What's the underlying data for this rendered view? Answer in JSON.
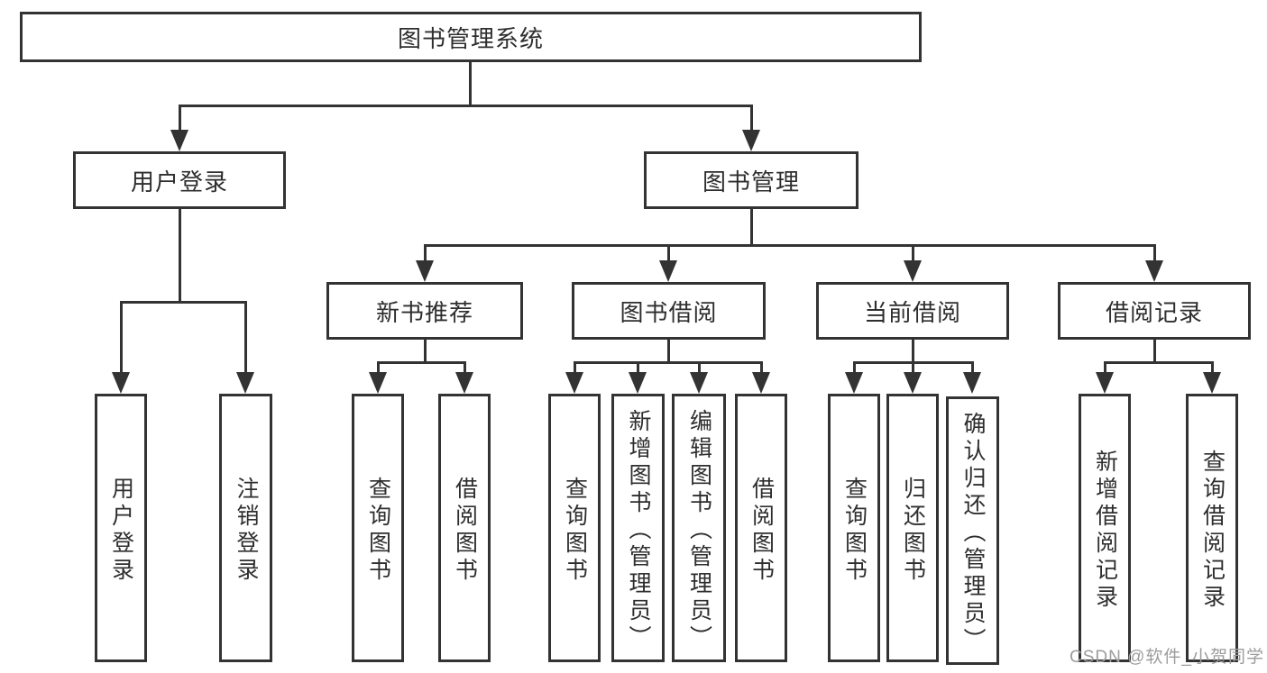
{
  "tree": {
    "label": "图书管理系统",
    "children": [
      {
        "label": "用户登录",
        "children": [
          {
            "label": "用户登录"
          },
          {
            "label": "注销登录"
          }
        ]
      },
      {
        "label": "图书管理",
        "children": [
          {
            "label": "新书推荐",
            "children": [
              {
                "label": "查询图书"
              },
              {
                "label": "借阅图书"
              }
            ]
          },
          {
            "label": "图书借阅",
            "children": [
              {
                "label": "查询图书"
              },
              {
                "label": "新增图书（管理员）"
              },
              {
                "label": "编辑图书（管理员）"
              },
              {
                "label": "借阅图书"
              }
            ]
          },
          {
            "label": "当前借阅",
            "children": [
              {
                "label": "查询图书"
              },
              {
                "label": "归还图书"
              },
              {
                "label": "确认归还（管理员）"
              }
            ]
          },
          {
            "label": "借阅记录",
            "children": [
              {
                "label": "新增借阅记录"
              },
              {
                "label": "查询借阅记录"
              }
            ]
          }
        ]
      }
    ]
  },
  "watermark": "CSDN @软件_小贺同学",
  "colors": {
    "line": "#333333",
    "text": "#2e2e2e",
    "background": "#ffffff",
    "watermark": "#9c9c9c"
  }
}
